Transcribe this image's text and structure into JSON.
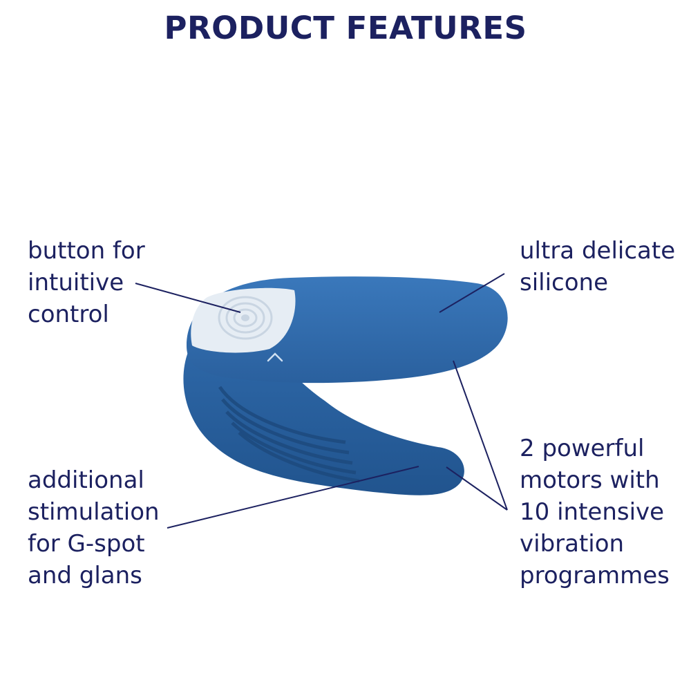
{
  "title": "PRODUCT FEATURES",
  "callouts": {
    "button": [
      "button for",
      "intuitive",
      "control"
    ],
    "silicone": [
      "ultra delicate",
      "silicone"
    ],
    "stimulation": [
      "additional",
      "stimulation",
      "for G-spot",
      "and glans"
    ],
    "motors": [
      "2 powerful",
      "motors with",
      "10 intensive",
      "vibration",
      "programmes"
    ]
  },
  "colors": {
    "text": "#1c2160",
    "product": "#2d68a8",
    "product_shadow": "#1f4f85",
    "button": "#e6edf4"
  }
}
